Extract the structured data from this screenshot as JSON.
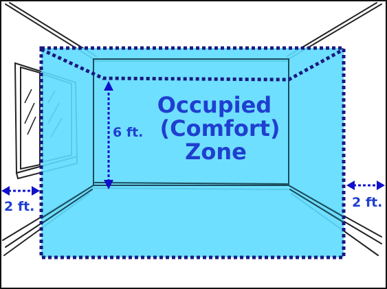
{
  "zone_label": {
    "line1": "Occupied",
    "line2": "(Comfort)",
    "line3": "Zone"
  },
  "dimensions": {
    "height": "6 ft.",
    "left_offset": "2 ft.",
    "right_offset": "2 ft."
  },
  "colors": {
    "zone_fill": "#5fdcff",
    "dotted_boundary": "#1a1a80",
    "label_text": "#1f3fd0",
    "arrow": "#1010cc",
    "outline": "#111111"
  }
}
